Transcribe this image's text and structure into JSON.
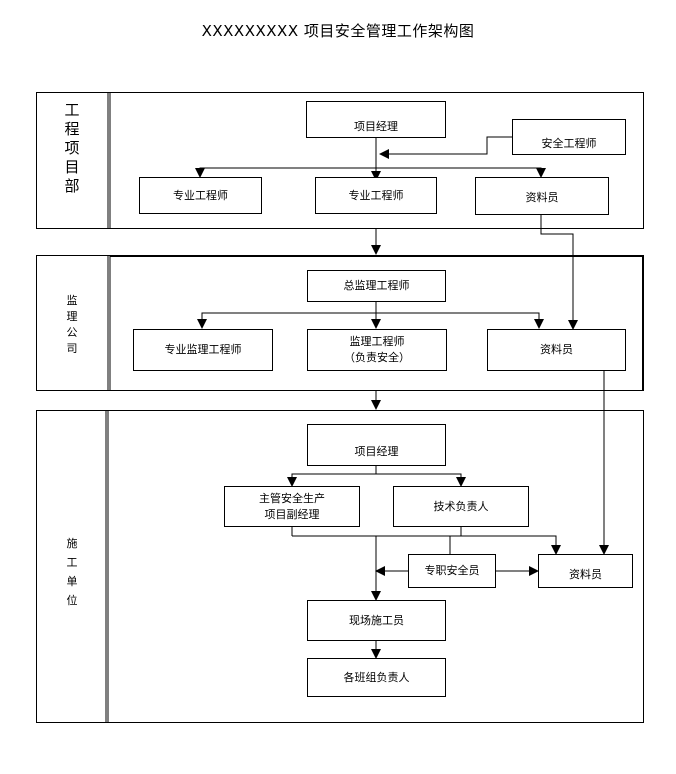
{
  "title": "XXXXXXXXX 项目安全管理工作架构图",
  "sections": {
    "project_dept": {
      "label": [
        "工",
        "程",
        "项",
        "目",
        "部"
      ]
    },
    "supervision": {
      "label": [
        "监",
        "理",
        "公",
        "司"
      ]
    },
    "construction": {
      "label": [
        "施",
        "工",
        "单",
        "位"
      ]
    }
  },
  "nodes": {
    "pd_manager": "项目经理",
    "pd_safety_engineer": "安全工程师",
    "pd_specialist_1": "专业工程师",
    "pd_specialist_2": "专业工程师",
    "pd_records": "资料员",
    "sv_chief": "总监理工程师",
    "sv_specialist": "专业监理工程师",
    "sv_engineer": [
      "监理工程师",
      "（负责安全）"
    ],
    "sv_records": "资料员",
    "cu_manager": "项目经理",
    "cu_deputy": [
      "主管安全生产",
      "项目副经理"
    ],
    "cu_tech_lead": "技术负责人",
    "cu_safety_officer": "专职安全员",
    "cu_records": "资料员",
    "cu_site_worker": "现场施工员",
    "cu_team_leaders": "各班组负责人"
  }
}
